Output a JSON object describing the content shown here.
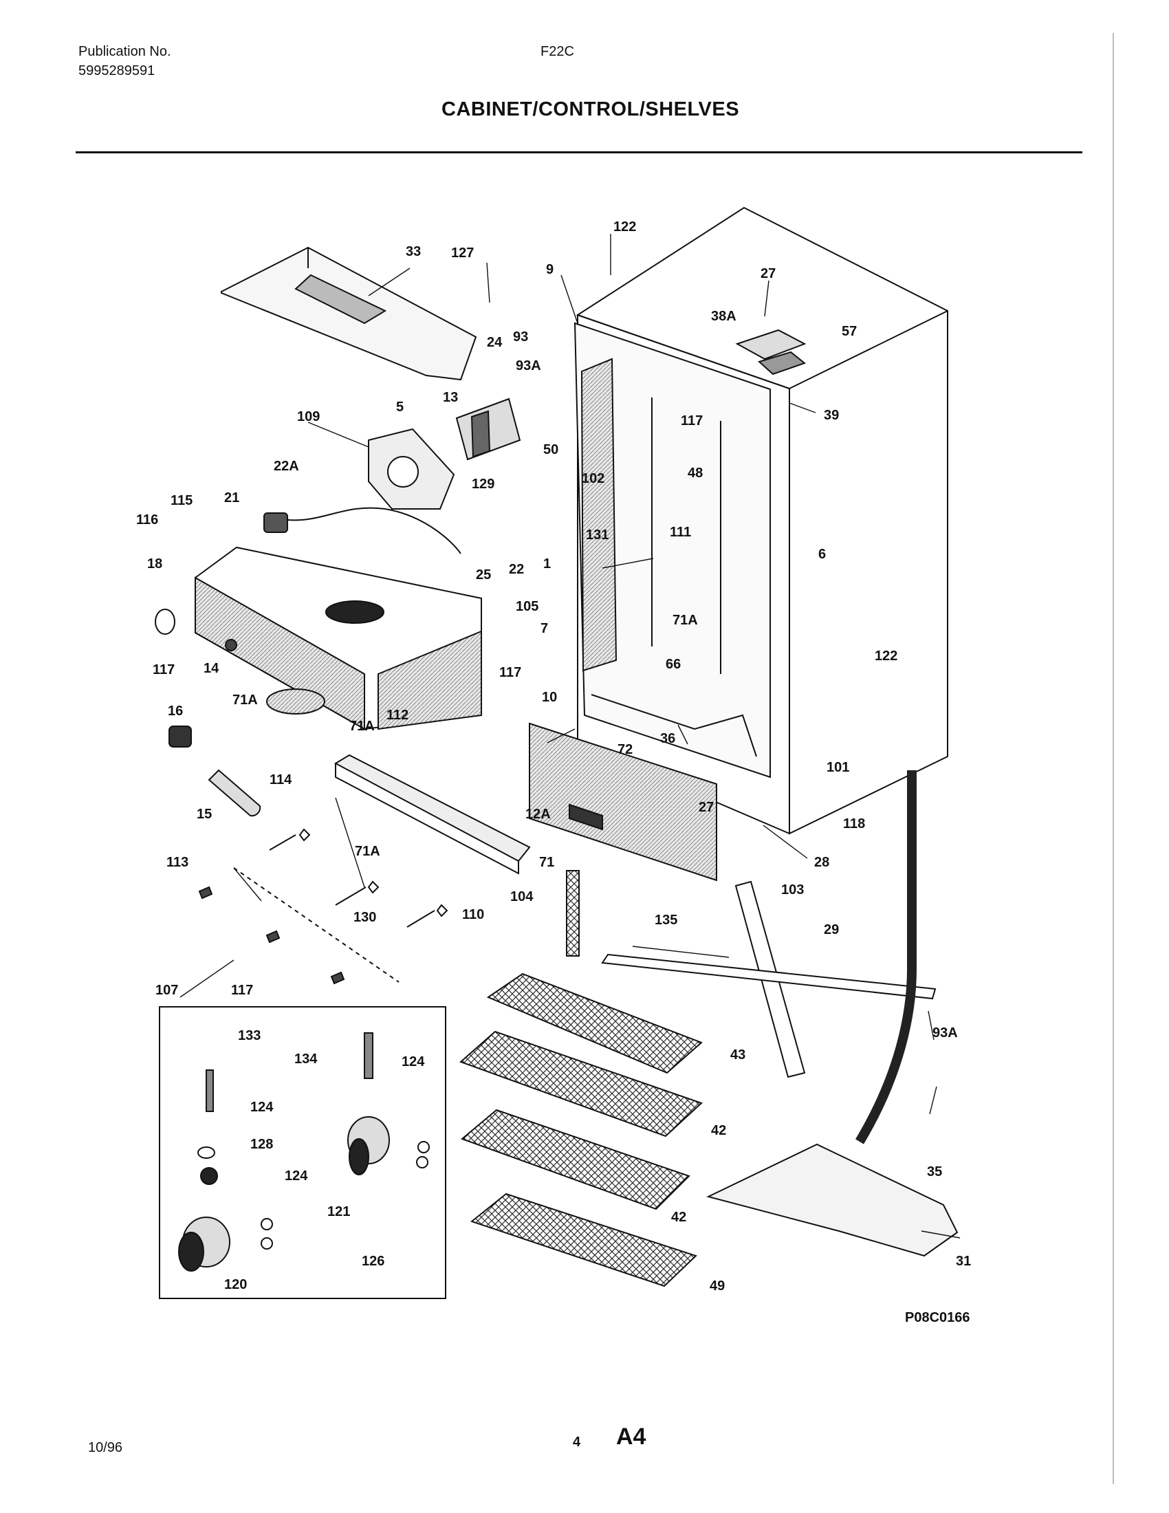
{
  "header": {
    "publication_label": "Publication No.",
    "publication_number": "5995289591",
    "model": "F22C",
    "section_title": "CABINET/CONTROL/SHELVES"
  },
  "diagram": {
    "figure_code": "P08C0166",
    "callouts": [
      "122",
      "33",
      "127",
      "9",
      "27",
      "38A",
      "57",
      "24",
      "93",
      "93A",
      "13",
      "5",
      "109",
      "50",
      "39",
      "117",
      "22A",
      "102",
      "48",
      "129",
      "115",
      "21",
      "116",
      "22",
      "1",
      "131",
      "111",
      "6",
      "18",
      "25",
      "105",
      "71A",
      "7",
      "122",
      "117",
      "14",
      "117",
      "66",
      "10",
      "71A",
      "16",
      "112",
      "71A",
      "36",
      "101",
      "114",
      "72",
      "15",
      "12A",
      "27",
      "118",
      "113",
      "71A",
      "71",
      "110",
      "28",
      "103",
      "104",
      "130",
      "135",
      "29",
      "117",
      "107",
      "133",
      "134",
      "124",
      "93A",
      "43",
      "124",
      "128",
      "42",
      "124",
      "35",
      "121",
      "42",
      "126",
      "31",
      "120",
      "49"
    ]
  },
  "footer": {
    "date": "10/96",
    "page_number": "4",
    "page_code": "A4"
  }
}
